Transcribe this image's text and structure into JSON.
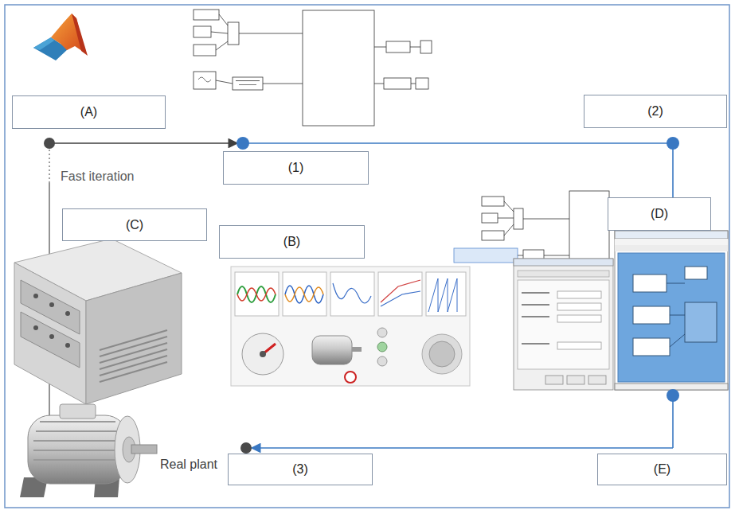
{
  "diagram": {
    "nodes": [
      {
        "text": [
          "(A)"
        ]
      },
      {
        "text": [
          "(1)"
        ]
      },
      {
        "text": [
          "(2)"
        ]
      },
      {
        "text": [
          "(C)"
        ]
      },
      {
        "text": [
          "(B)"
        ]
      },
      {
        "text": [
          "(D)"
        ]
      },
      {
        "text": [
          "(3)"
        ]
      },
      {
        "text": [
          "(E)"
        ]
      }
    ],
    "labels": [
      "Fast iteration",
      "Real plant"
    ]
  }
}
